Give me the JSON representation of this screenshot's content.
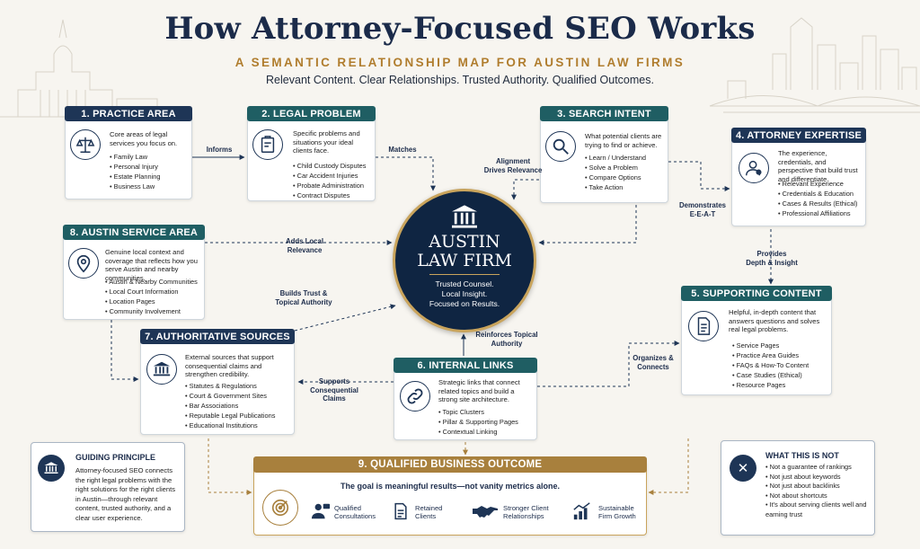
{
  "header": {
    "title": "How Attorney-Focused SEO Works",
    "subtitle": "A SEMANTIC RELATIONSHIP MAP FOR AUSTIN LAW FIRMS",
    "tagline": "Relevant Content. Clear Relationships. Trusted Authority. Qualified Outcomes."
  },
  "center": {
    "title_line1": "AUSTIN",
    "title_line2": "LAW FIRM",
    "sub_line1": "Trusted Counsel.",
    "sub_line2": "Local Insight.",
    "sub_line3": "Focused on Results."
  },
  "boxes": {
    "practice_area": {
      "header": "1. PRACTICE AREA",
      "desc": "Core areas of legal services you focus on.",
      "items": [
        "Family Law",
        "Personal Injury",
        "Estate Planning",
        "Business Law"
      ]
    },
    "legal_problem": {
      "header": "2. LEGAL PROBLEM",
      "desc": "Specific problems and situations your ideal clients face.",
      "items": [
        "Child Custody Disputes",
        "Car Accident Injuries",
        "Probate Administration",
        "Contract Disputes"
      ]
    },
    "search_intent": {
      "header": "3. SEARCH INTENT",
      "desc": "What potential clients are trying to find or achieve.",
      "items": [
        "Learn / Understand",
        "Solve a Problem",
        "Compare Options",
        "Take Action"
      ]
    },
    "attorney_expertise": {
      "header": "4. ATTORNEY EXPERTISE",
      "desc": "The experience, credentials, and perspective that build trust and differentiate.",
      "items": [
        "Relevant Experience",
        "Credentials & Education",
        "Cases & Results (Ethical)",
        "Professional Affiliations"
      ]
    },
    "supporting_content": {
      "header": "5. SUPPORTING CONTENT",
      "desc": "Helpful, in-depth content that answers questions and solves real legal problems.",
      "items": [
        "Service Pages",
        "Practice Area Guides",
        "FAQs & How-To Content",
        "Case Studies (Ethical)",
        "Resource Pages"
      ]
    },
    "internal_links": {
      "header": "6. INTERNAL LINKS",
      "desc": "Strategic links that connect related topics and build a strong site architecture.",
      "items": [
        "Topic Clusters",
        "Pillar & Supporting Pages",
        "Contextual Linking"
      ]
    },
    "authoritative_sources": {
      "header": "7. AUTHORITATIVE SOURCES",
      "desc": "External sources that support consequential claims and strengthen credibility.",
      "items": [
        "Statutes & Regulations",
        "Court & Government Sites",
        "Bar Associations",
        "Reputable Legal Publications",
        "Educational Institutions"
      ]
    },
    "service_area": {
      "header": "8. AUSTIN SERVICE AREA",
      "desc": "Genuine local context and coverage that reflects how you serve Austin and nearby communities.",
      "items": [
        "Austin & Nearby Communities",
        "Local Court Information",
        "Location Pages",
        "Community Involvement"
      ]
    }
  },
  "relations": {
    "informs": "Informs",
    "matches": "Matches",
    "alignment_1": "Alignment",
    "alignment_2": "Drives Relevance",
    "demonstrates_1": "Demonstrates",
    "demonstrates_2": "E-E-A-T",
    "provides_1": "Provides",
    "provides_2": "Depth & Insight",
    "adds_local_1": "Adds Local",
    "adds_local_2": "Relevance",
    "builds_trust_1": "Builds Trust &",
    "builds_trust_2": "Topical Authority",
    "reinforces_1": "Reinforces Topical",
    "reinforces_2": "Authority",
    "organizes_1": "Organizes &",
    "organizes_2": "Connects",
    "supports_1": "Supports",
    "supports_2": "Consequential",
    "supports_3": "Claims"
  },
  "guiding_principle": {
    "title": "GUIDING PRINCIPLE",
    "text": "Attorney-focused SEO connects the right legal problems with the right solutions for the right clients in Austin—through relevant content, trusted authority, and a clear user experience."
  },
  "outcome": {
    "header": "9. QUALIFIED BUSINESS OUTCOME",
    "goal": "The goal is meaningful results—not vanity metrics alone.",
    "items": [
      {
        "line1": "Qualified",
        "line2": "Consultations"
      },
      {
        "line1": "Retained",
        "line2": "Clients"
      },
      {
        "line1": "Stronger Client",
        "line2": "Relationships"
      },
      {
        "line1": "Sustainable",
        "line2": "Firm Growth"
      }
    ]
  },
  "not_box": {
    "title": "WHAT THIS IS NOT",
    "items": [
      "Not a guarantee of rankings",
      "Not just about keywords",
      "Not just about backlinks",
      "Not about shortcuts",
      "It's about serving clients well and earning trust"
    ]
  },
  "colors": {
    "navy": "#1e3556",
    "teal": "#1f5e63",
    "gold": "#a8803d",
    "background": "#f7f5f0"
  }
}
